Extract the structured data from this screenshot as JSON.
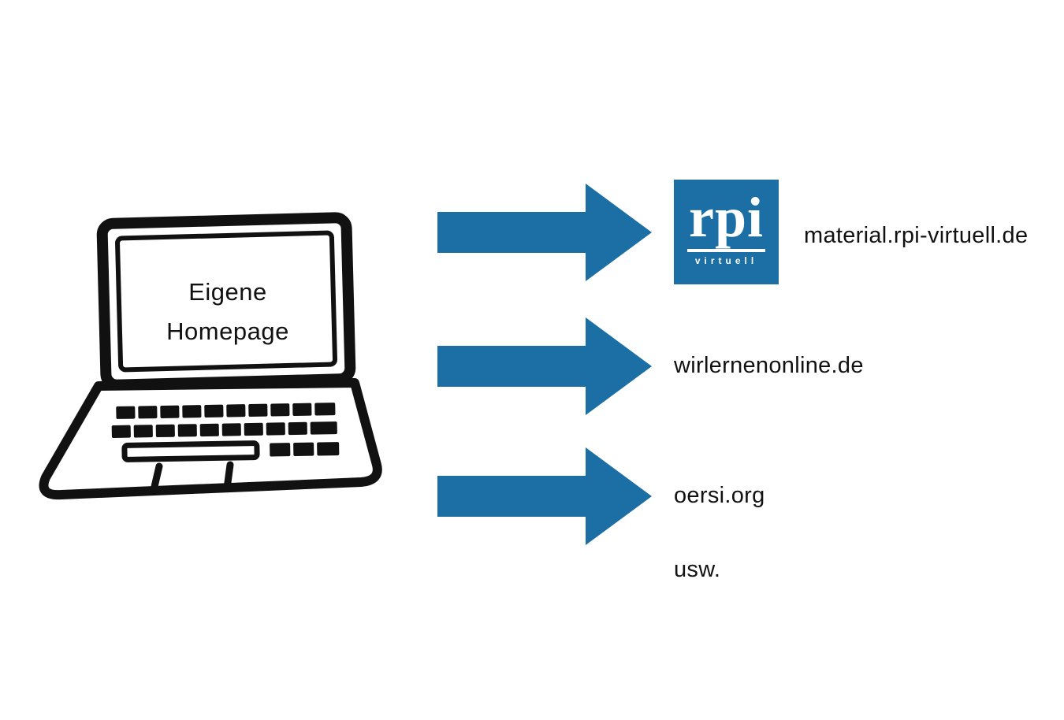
{
  "laptop": {
    "screen_line1": "Eigene",
    "screen_line2": "Homepage"
  },
  "logo": {
    "text": "rpi",
    "subtext": "virtuell"
  },
  "targets": [
    {
      "label": "material.rpi-virtuell.de"
    },
    {
      "label": "wirlernenonline.de"
    },
    {
      "label": "oersi.org"
    }
  ],
  "etc_label": "usw.",
  "colors": {
    "accent": "#1c6fa5",
    "ink": "#111111",
    "background": "#ffffff"
  }
}
